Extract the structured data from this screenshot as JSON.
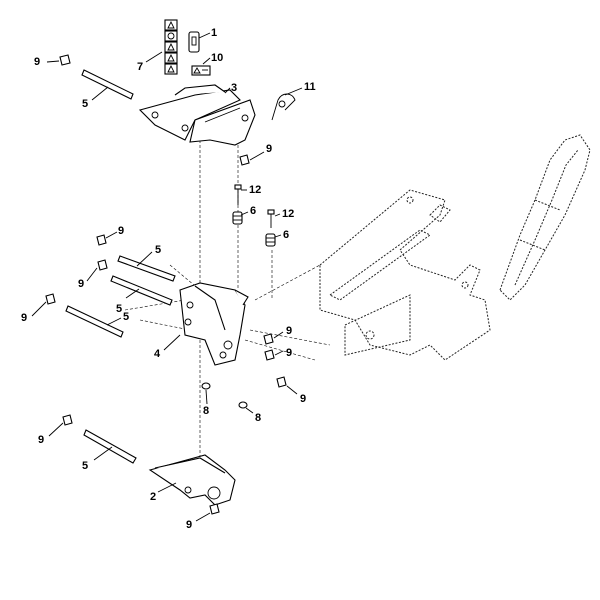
{
  "callouts": {
    "c1": "1",
    "c2": "2",
    "c3": "3",
    "c4": "4",
    "c5a": "5",
    "c5b": "5",
    "c5c": "5",
    "c5d": "5",
    "c5e": "5",
    "c6a": "6",
    "c6b": "6",
    "c7": "7",
    "c8a": "8",
    "c8b": "8",
    "c9a": "9",
    "c9b": "9",
    "c9c": "9",
    "c9d": "9",
    "c9e": "9",
    "c9f": "9",
    "c9g": "9",
    "c9h": "9",
    "c9i": "9",
    "c9j": "9",
    "c10": "10",
    "c11": "11",
    "c12a": "12",
    "c12b": "12"
  }
}
